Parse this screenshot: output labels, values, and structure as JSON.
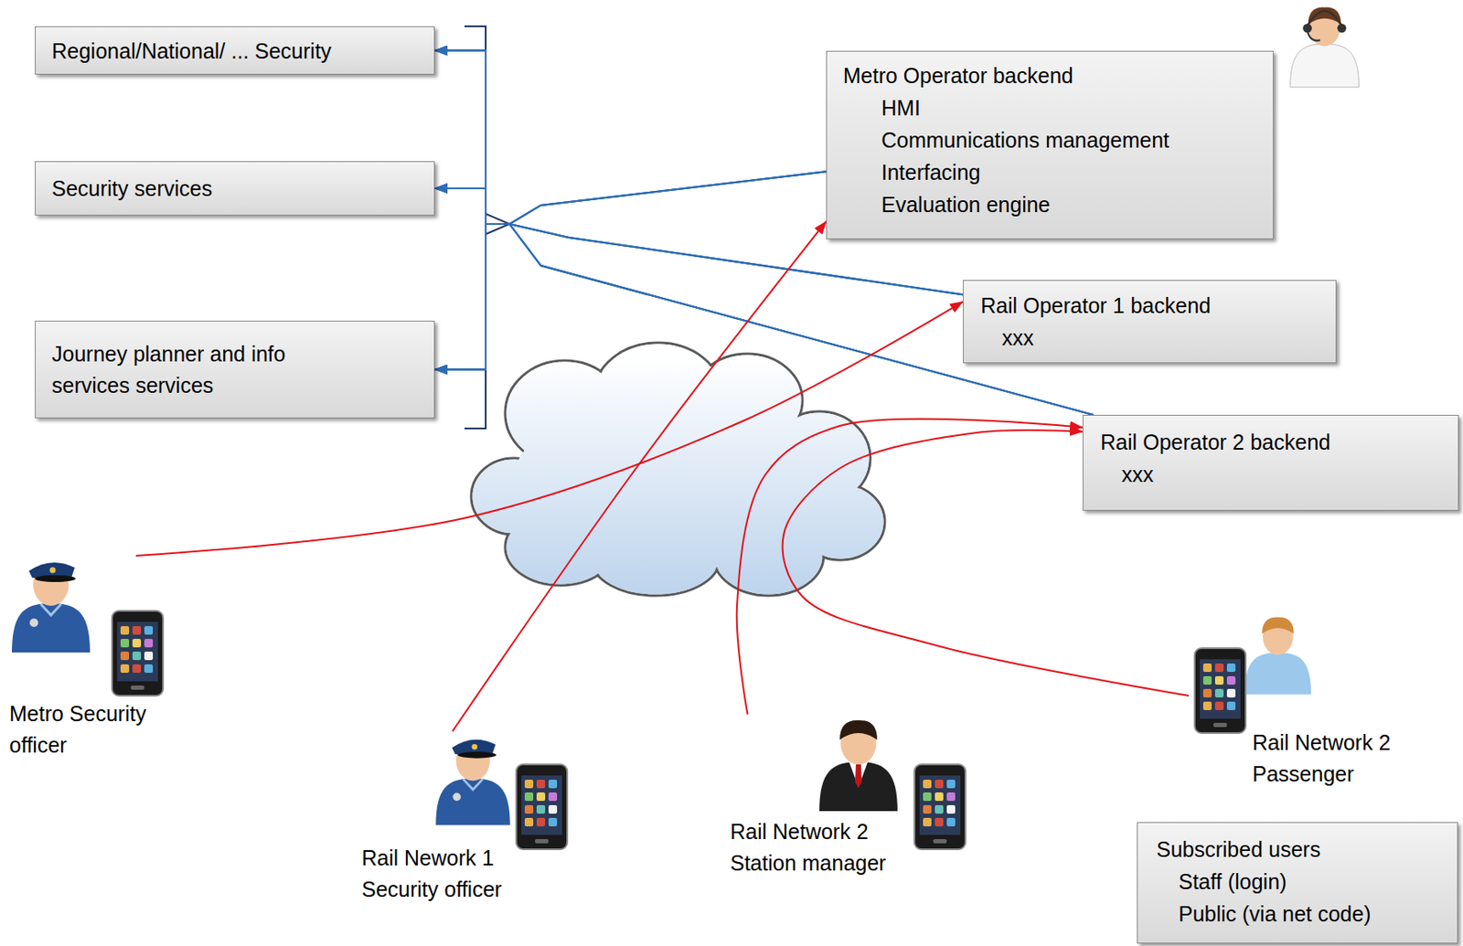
{
  "diagram": {
    "nodes": [
      {
        "text": [
          "Regional/National/ ... Security"
        ]
      },
      {
        "text": [
          "Security services"
        ]
      },
      {
        "text": [
          "Journey planner and info services services"
        ]
      },
      {
        "text": [
          "Metro Operator backend",
          "HMI",
          "Communications management",
          "Interfacing",
          "Evaluation engine"
        ]
      },
      {
        "text": [
          "Rail Operator 1 backend",
          "xxx"
        ]
      },
      {
        "text": [
          "Rail Operator 2 backend",
          "xxx"
        ]
      },
      {
        "text": [
          "Metro Security officer"
        ]
      },
      {
        "text": [
          "Rail Nework 1 Security officer"
        ]
      },
      {
        "text": [
          "Rail Network 2 Station manager"
        ]
      },
      {
        "text": [
          "Rail Network 2 Passenger"
        ]
      },
      {
        "text": [
          "Subscribed users",
          "Staff (login)",
          "Public (via net code)"
        ]
      }
    ],
    "edges": [
      {
        "from": 3,
        "to": 0,
        "arrow": "to"
      },
      {
        "from": 3,
        "to": 1,
        "arrow": "to"
      },
      {
        "from": 3,
        "to": 2,
        "arrow": "to"
      },
      {
        "from": 4,
        "to": 0,
        "arrow": "to"
      },
      {
        "from": 4,
        "to": 1,
        "arrow": "to"
      },
      {
        "from": 4,
        "to": 2,
        "arrow": "to"
      },
      {
        "from": 5,
        "to": 0,
        "arrow": "to"
      },
      {
        "from": 5,
        "to": 1,
        "arrow": "to"
      },
      {
        "from": 5,
        "to": 2,
        "arrow": "to"
      },
      {
        "from": 6,
        "to": 4,
        "arrow": "to"
      },
      {
        "from": 7,
        "to": 3,
        "arrow": "to"
      },
      {
        "from": 8,
        "to": 5,
        "arrow": "to"
      },
      {
        "from": 9,
        "to": 5,
        "arrow": "to"
      }
    ]
  }
}
